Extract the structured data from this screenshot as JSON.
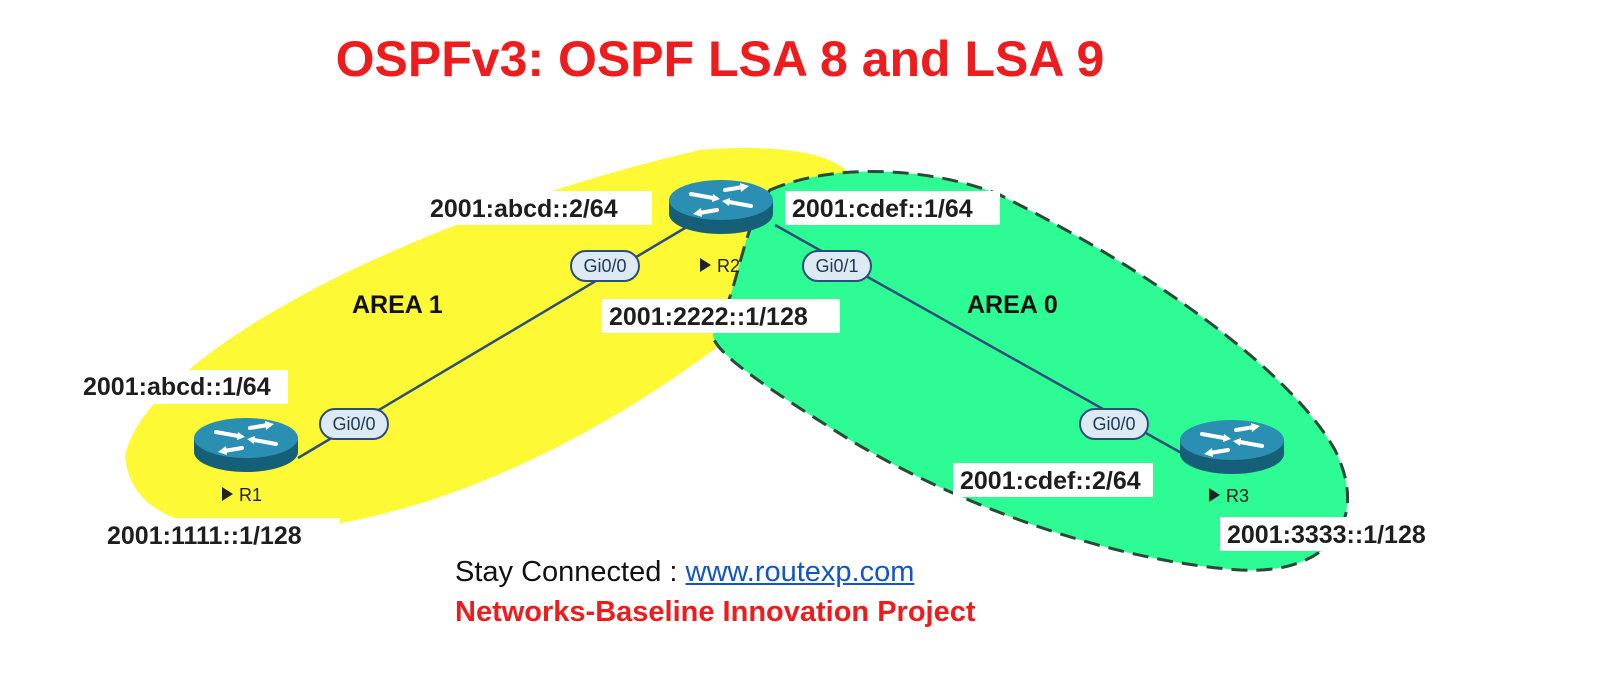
{
  "title": "OSPFv3: OSPF LSA 8 and LSA 9",
  "colors": {
    "title": "#ee1c1c",
    "area1_fill": "#fdf934",
    "area0_fill": "#2dfc94",
    "area0_border": "#2a4a38",
    "link_line": "#2b4e7a",
    "router_body": "#1e7f9f",
    "link": "#1155cc",
    "project": "#ee1c1c"
  },
  "areas": {
    "area1": {
      "label": "AREA 1"
    },
    "area0": {
      "label": "AREA 0"
    }
  },
  "routers": {
    "r1": {
      "name": "R1",
      "icon": "router-icon"
    },
    "r2": {
      "name": "R2",
      "icon": "router-icon"
    },
    "r3": {
      "name": "R3",
      "icon": "router-icon"
    }
  },
  "interfaces": {
    "r1_gi00": "Gi0/0",
    "r2_gi00": "Gi0/0",
    "r2_gi01": "Gi0/1",
    "r3_gi00": "Gi0/0"
  },
  "addresses": {
    "r1_gi00": "2001:abcd::1/64",
    "r1_loopback": "2001:1111::1/128",
    "r2_gi00": "2001:abcd::2/64",
    "r2_gi01": "2001:cdef::1/64",
    "r2_loopback": "2001:2222::1/128",
    "r3_gi00": "2001:cdef::2/64",
    "r3_loopback": "2001:3333::1/128"
  },
  "footer": {
    "stay_label": "Stay Connected : ",
    "link_text": "www.routexp.com",
    "project": "Networks-Baseline Innovation Project"
  }
}
